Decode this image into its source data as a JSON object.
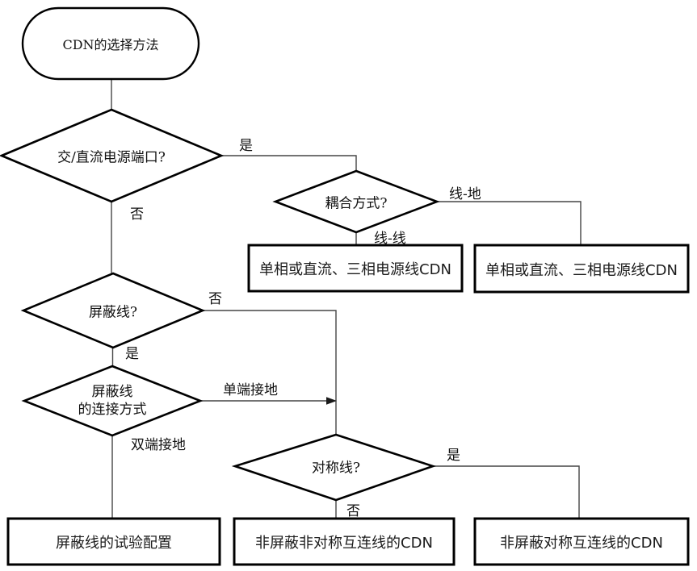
{
  "diagram_title": "CDN的选择方法",
  "nodes": {
    "start": {
      "label": "CDN的选择方法",
      "type": "terminator"
    },
    "d_power": {
      "label": "交/直流电源端口?",
      "type": "decision"
    },
    "d_coupling": {
      "label": "耦合方式?",
      "type": "decision"
    },
    "d_shield": {
      "label": "屏蔽线?",
      "type": "decision"
    },
    "d_connection": {
      "label": "屏蔽线\n的连接方式",
      "type": "decision"
    },
    "d_symmetric": {
      "label": "对称线?",
      "type": "decision"
    },
    "box_power_line_line": {
      "label": "单相或直流、三相电源线CDN",
      "type": "process"
    },
    "box_power_line_ground": {
      "label": "单相或直流、三相电源线CDN",
      "type": "process"
    },
    "box_shield_config": {
      "label": "屏蔽线的试验配置",
      "type": "process"
    },
    "box_unshielded_asym": {
      "label": "非屏蔽非对称互连线的CDN",
      "type": "process"
    },
    "box_unshielded_sym": {
      "label": "非屏蔽对称互连线的CDN",
      "type": "process"
    }
  },
  "edge_labels": {
    "power_yes": "是",
    "power_no": "否",
    "coupling_line_ground": "线-地",
    "coupling_line_line": "线-线",
    "shield_no": "否",
    "shield_yes": "是",
    "conn_single_end": "单端接地",
    "conn_double_end": "双端接地",
    "sym_yes": "是",
    "sym_no": "否"
  },
  "colors": {
    "background": "#ffffff",
    "shape_border": "#000000",
    "connector_line": "#454545",
    "text": "#111111"
  }
}
